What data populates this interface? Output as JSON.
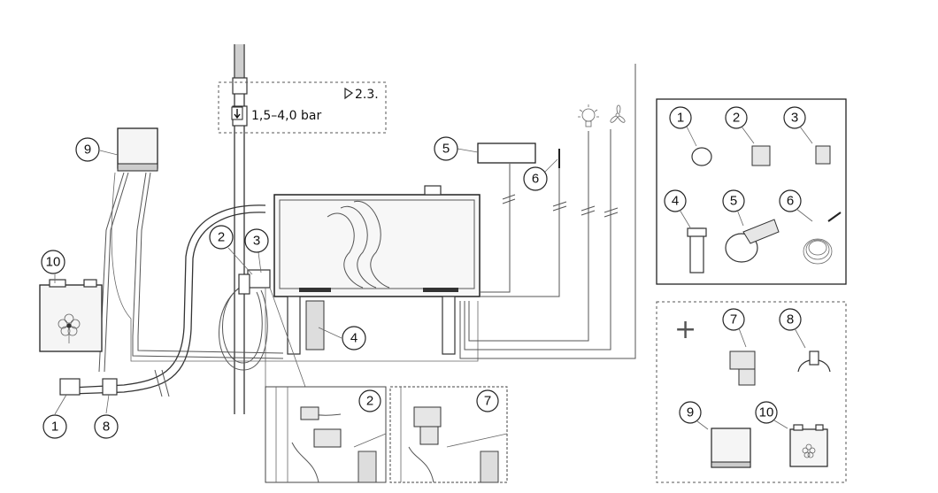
{
  "pressure_note": {
    "reference": "2.3.",
    "pressure": "1,5–4,0 bar"
  },
  "plus_sign": "+",
  "callouts": {
    "drain_hose": "1",
    "water_valve": "2",
    "adapter": "3",
    "drain_pipe": "4",
    "control_panel": "5",
    "sensor": "6",
    "solenoid_valve": "7",
    "saddle_clamp": "8",
    "scent_pump": "9",
    "scent_canister": "10"
  },
  "detail_callouts": {
    "detail_left": "2",
    "detail_right": "7"
  },
  "kit_labels": {
    "k1": "1",
    "k2": "2",
    "k3": "3",
    "k4": "4",
    "k5": "5",
    "k6": "6"
  },
  "optional_labels": {
    "o7": "7",
    "o8": "8",
    "o9": "9",
    "o10": "10"
  },
  "icons": [
    "lamp-icon",
    "fan-icon",
    "flower-icon",
    "arrow-down-icon",
    "triangle-ref-icon"
  ]
}
